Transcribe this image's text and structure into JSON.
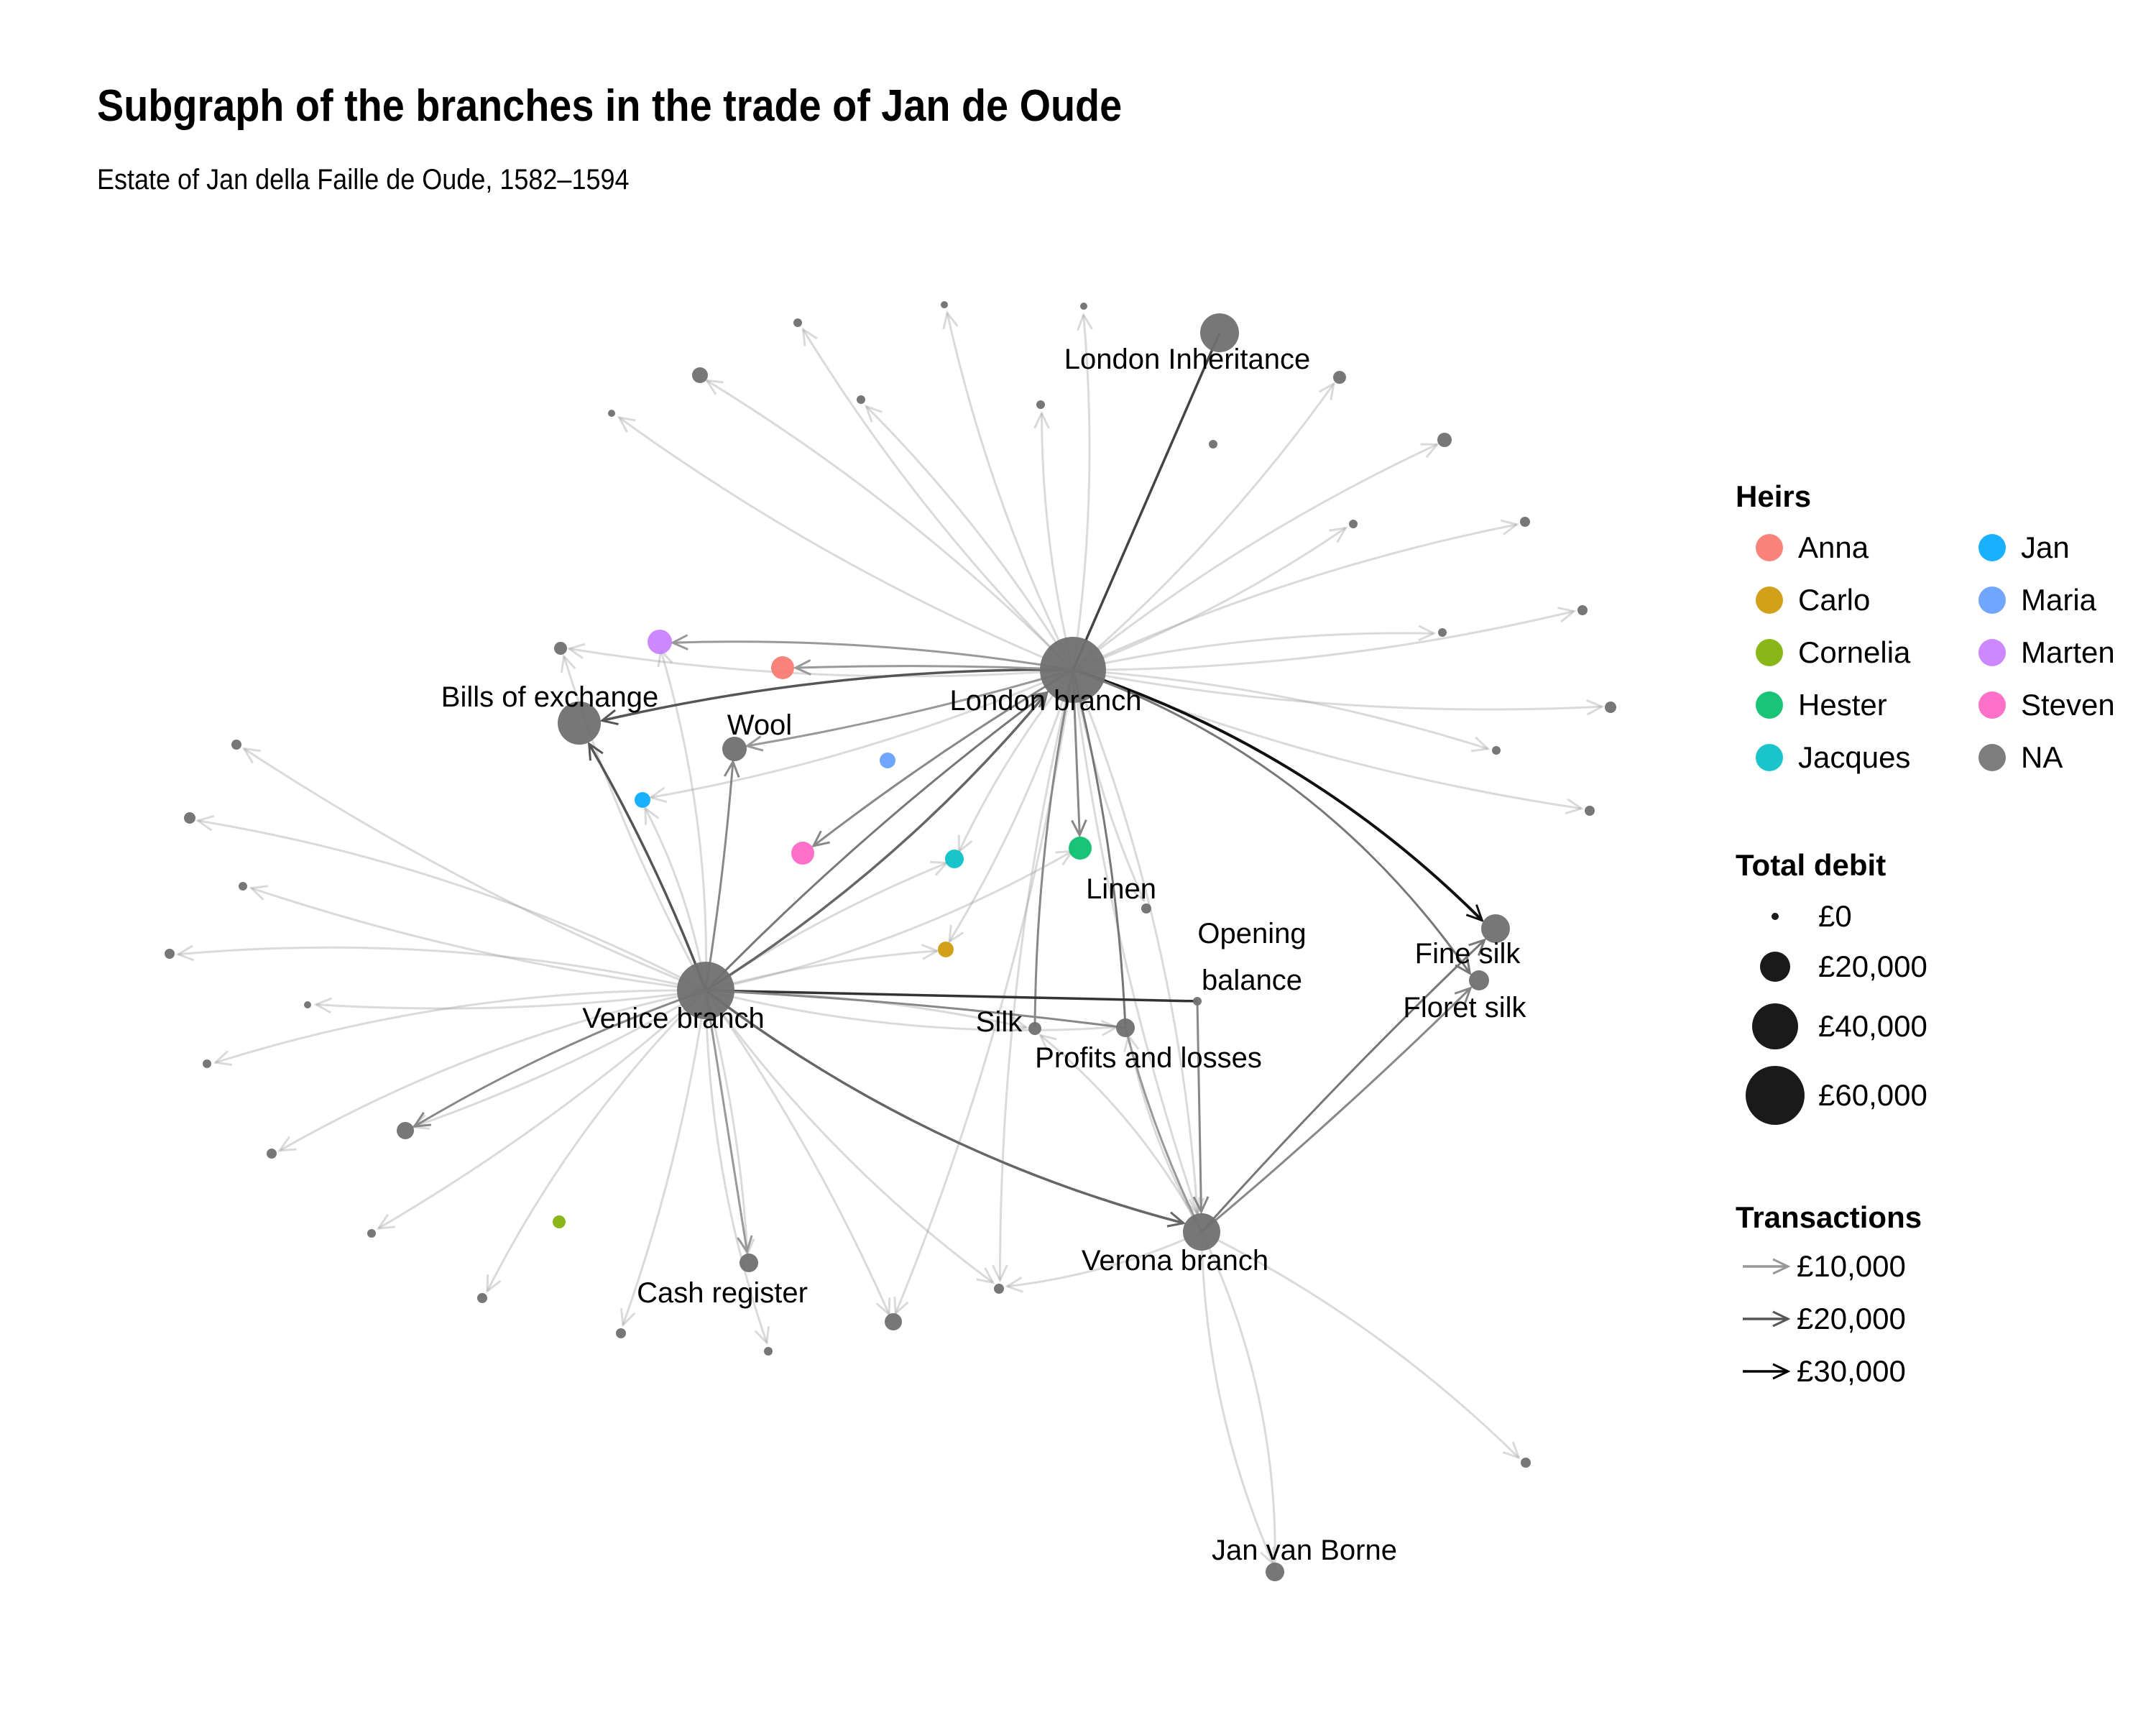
{
  "title": "Subgraph of the branches in the trade of Jan de Oude",
  "subtitle": "Estate of Jan della Faille de Oude, 1582–1594",
  "colors": {
    "Anna": "#f8766d",
    "Carlo": "#cd9600",
    "Cornelia": "#7cae00",
    "Hester": "#00be67",
    "Jacques": "#00bfc4",
    "Jan": "#00a9ff",
    "Maria": "#619cff",
    "Marten": "#c77cff",
    "Steven": "#ff61c3",
    "NA": "#707070"
  },
  "legend": {
    "heirs_title": "Heirs",
    "heirs": [
      {
        "label": "Anna",
        "key": "Anna"
      },
      {
        "label": "Carlo",
        "key": "Carlo"
      },
      {
        "label": "Cornelia",
        "key": "Cornelia"
      },
      {
        "label": "Hester",
        "key": "Hester"
      },
      {
        "label": "Jacques",
        "key": "Jacques"
      },
      {
        "label": "Jan",
        "key": "Jan"
      },
      {
        "label": "Maria",
        "key": "Maria"
      },
      {
        "label": "Marten",
        "key": "Marten"
      },
      {
        "label": "Steven",
        "key": "Steven"
      },
      {
        "label": "NA",
        "key": "NA"
      }
    ],
    "debit_title": "Total debit",
    "debit": [
      {
        "label": "£0",
        "value": 0
      },
      {
        "label": "£20,000",
        "value": 20000
      },
      {
        "label": "£40,000",
        "value": 40000
      },
      {
        "label": "£60,000",
        "value": 60000
      }
    ],
    "transactions_title": "Transactions",
    "transactions": [
      {
        "label": "£10,000",
        "value": 10000
      },
      {
        "label": "£20,000",
        "value": 20000
      },
      {
        "label": "£30,000",
        "value": 30000
      }
    ]
  },
  "labels": {
    "london_branch": "London branch",
    "london_inheritance": "London Inheritance",
    "venice_branch": "Venice branch",
    "verona_branch": "Verona branch",
    "bills": "Bills of exchange",
    "wool": "Wool",
    "linen": "Linen",
    "opening_1": "Opening",
    "opening_2": "balance",
    "silk": "Silk",
    "profits": "Profits and losses",
    "fine_silk": "Fine silk",
    "floret_silk": "Floret silk",
    "cash": "Cash register",
    "jan_van_borne": "Jan van Borne"
  }
}
